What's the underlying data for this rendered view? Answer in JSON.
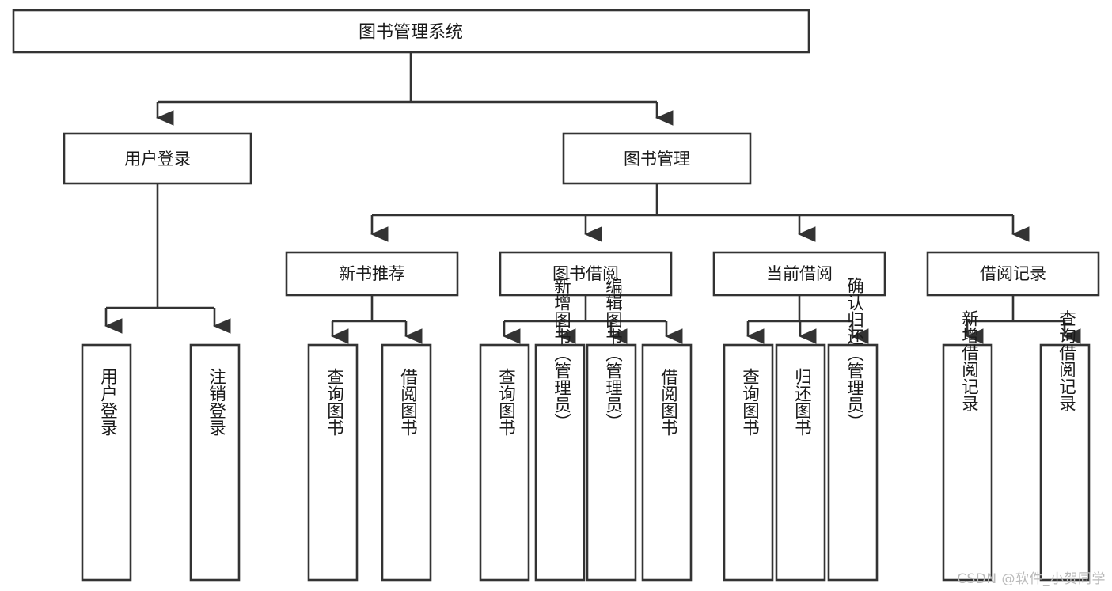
{
  "diagram": {
    "title": "图书管理系统",
    "type": "hierarchy-tree",
    "watermark": "CSDN @软件_小贺同学",
    "colors": {
      "stroke": "#333333",
      "fill": "#ffffff",
      "text": "#1a1a1a",
      "watermark": "#b9b9b9"
    },
    "levels": {
      "root": {
        "label": "图书管理系统"
      },
      "level2": [
        {
          "id": "user-login",
          "label": "用户登录"
        },
        {
          "id": "book-management",
          "label": "图书管理"
        }
      ],
      "level3": [
        {
          "id": "new-book-recommend",
          "label": "新书推荐",
          "parent": "book-management"
        },
        {
          "id": "book-borrow",
          "label": "图书借阅",
          "parent": "book-management"
        },
        {
          "id": "current-borrow",
          "label": "当前借阅",
          "parent": "book-management"
        },
        {
          "id": "borrow-record",
          "label": "借阅记录",
          "parent": "book-management"
        }
      ],
      "leaves": [
        {
          "id": "leaf-user-login",
          "label": "用户登录",
          "parent": "user-login"
        },
        {
          "id": "leaf-logout-login",
          "label": "注销登录",
          "parent": "user-login"
        },
        {
          "id": "leaf-query-book-1",
          "label": "查询图书",
          "parent": "new-book-recommend"
        },
        {
          "id": "leaf-borrow-book-1",
          "label": "借阅图书",
          "parent": "new-book-recommend"
        },
        {
          "id": "leaf-query-book-2",
          "label": "查询图书",
          "parent": "book-borrow"
        },
        {
          "id": "leaf-add-book",
          "label": "新增图书（管理员）",
          "parent": "book-borrow"
        },
        {
          "id": "leaf-edit-book",
          "label": "编辑图书（管理员）",
          "parent": "book-borrow"
        },
        {
          "id": "leaf-borrow-book-2",
          "label": "借阅图书",
          "parent": "book-borrow"
        },
        {
          "id": "leaf-query-book-3",
          "label": "查询图书",
          "parent": "current-borrow"
        },
        {
          "id": "leaf-return-book",
          "label": "归还图书",
          "parent": "current-borrow"
        },
        {
          "id": "leaf-confirm-return",
          "label": "确认归还（管理员）",
          "parent": "current-borrow"
        },
        {
          "id": "leaf-add-record",
          "label": "新增借阅记录",
          "parent": "borrow-record"
        },
        {
          "id": "leaf-query-record",
          "label": "查询借阅记录",
          "parent": "borrow-record"
        }
      ]
    }
  }
}
